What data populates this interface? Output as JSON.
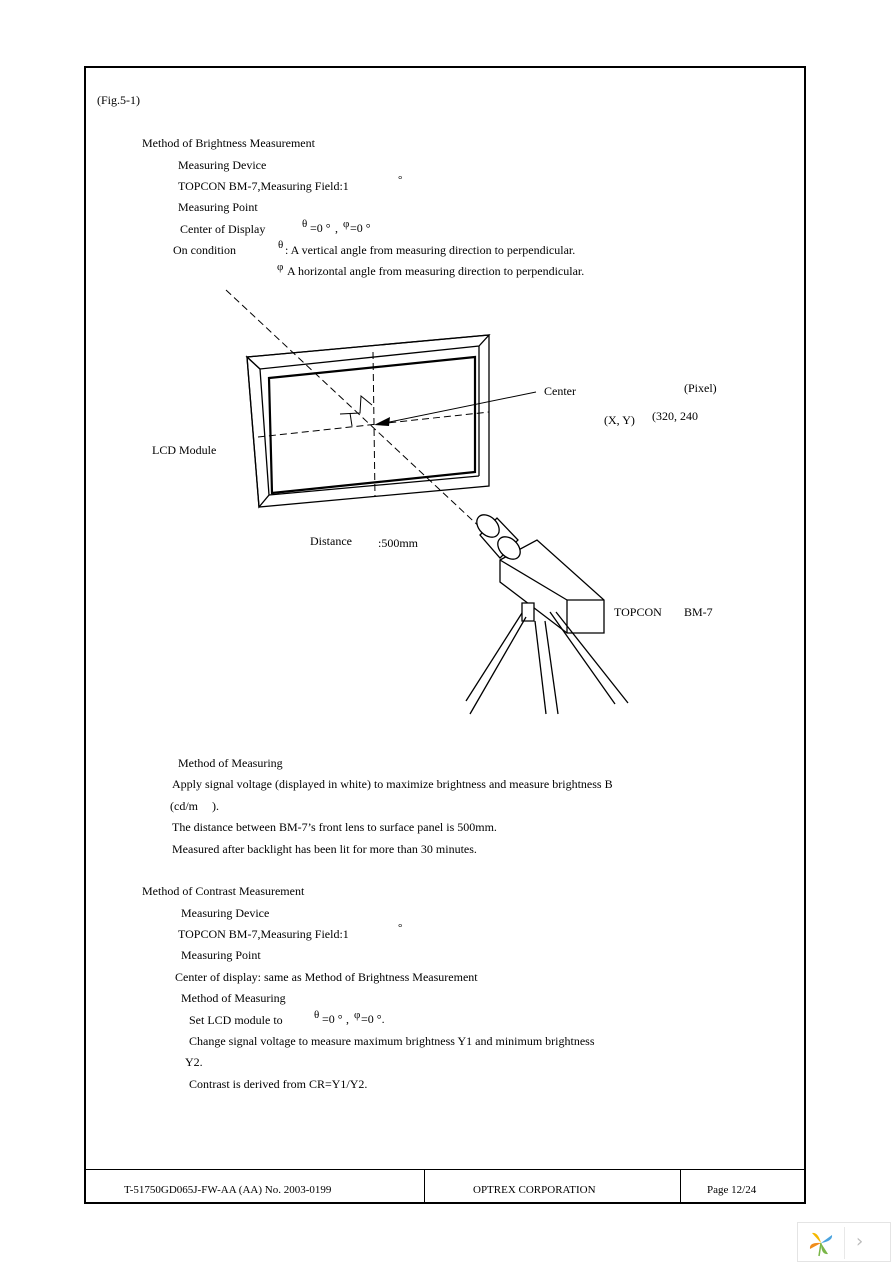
{
  "figure_label": "(Fig.5-1)",
  "brightness": {
    "title": "Method of Brightness Measurement",
    "measuring_device_label": "Measuring Device",
    "device": "TOPCON BM-7,Measuring Field:1",
    "device_degree": "°",
    "measuring_point_label": "Measuring Point",
    "center_of_display": "Center of Display",
    "theta_sym": "θ",
    "theta_val": "=0 °",
    "comma": ",",
    "phi_sym": "φ",
    "phi_val": "=0 °",
    "on_condition": "On condition",
    "theta_desc": ": A vertical angle from measuring direction to perpendicular.",
    "phi_desc": "A horizontal angle from measuring direction to perpendicular."
  },
  "figure": {
    "center_label": "Center",
    "pixel_label": "(Pixel)",
    "xy_label": "(X, Y)",
    "coord_label": "(320, 240",
    "lcd_module_label": "LCD Module",
    "distance_label": "Distance",
    "distance_value": ":500mm",
    "instrument_label": "TOPCON",
    "instrument_model": "BM-7"
  },
  "method_of_measuring": {
    "title": "Method of Measuring",
    "line1": "Apply signal voltage (displayed in white) to maximize brightness and measure brightness B",
    "line2a": "(cd/m",
    "line2b": ").",
    "line3": "The distance between BM-7’s front lens to surface panel is 500mm.",
    "line4": "Measured after backlight has been lit for more than 30 minutes."
  },
  "contrast": {
    "title": "Method of Contrast Measurement",
    "measuring_device_label": "Measuring Device",
    "device": "TOPCON BM-7,Measuring Field:1",
    "device_degree": "°",
    "measuring_point_label": "Measuring Point",
    "center_line": "Center of display: same as Method of Brightness Measurement",
    "method_label": "Method of Measuring",
    "set_lcd": "Set LCD module to",
    "theta_sym": "θ",
    "theta_val": "=0 °",
    "comma": ",",
    "phi_sym": "φ",
    "phi_val": "=0 °.",
    "change_line1": "Change signal voltage to measure maximum brightness Y1 and minimum brightness",
    "change_line2": "Y2.",
    "contrast_line": "Contrast is derived from CR=Y1/Y2."
  },
  "footer": {
    "doc_number": "T-51750GD065J-FW-AA (AA) No. 2003-0199",
    "company": "OPTREX CORPORATION",
    "page": "Page 12/24"
  },
  "nav_widget": {
    "logo_icon": "pinwheel-logo-icon",
    "next_icon": "chevron-right-icon",
    "next_glyph": "›"
  }
}
